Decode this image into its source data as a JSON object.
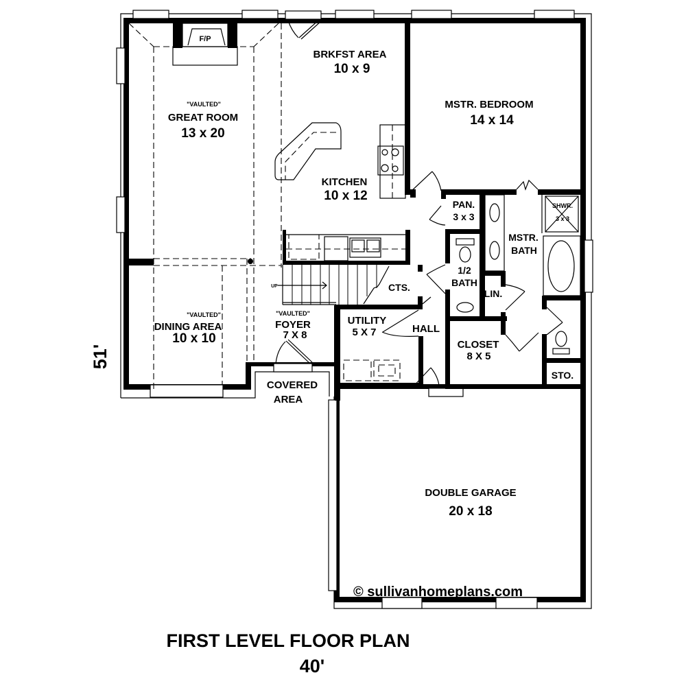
{
  "plan": {
    "title": "FIRST LEVEL FLOOR PLAN",
    "width_label": "40'",
    "depth_label": "51'",
    "copyright": "© sullivanhomeplans.com"
  },
  "rooms": {
    "great_room": {
      "note": "\"VAULTED\"",
      "name": "GREAT ROOM",
      "size": "13 x 20"
    },
    "fireplace": {
      "name": "F/P"
    },
    "breakfast": {
      "name": "BRKFST AREA",
      "size": "10 x 9"
    },
    "kitchen": {
      "name": "KITCHEN",
      "size": "10 x 12"
    },
    "master_bedroom": {
      "name": "MSTR. BEDROOM",
      "size": "14 x 14"
    },
    "pantry": {
      "name": "PAN.",
      "size": "3 x 3"
    },
    "master_bath": {
      "name_line1": "MSTR.",
      "name_line2": "BATH"
    },
    "shower": {
      "name": "SHWR.",
      "size": "3 x 3"
    },
    "half_bath": {
      "name_line1": "1/2",
      "name_line2": "BATH"
    },
    "linen": {
      "name": "LIN."
    },
    "coats": {
      "name": "CTS."
    },
    "dining": {
      "note": "\"VAULTED\"",
      "name": "DINING AREA",
      "size": "10 x 10"
    },
    "foyer": {
      "note": "\"VAULTED\"",
      "name": "FOYER",
      "size": "7 X 8"
    },
    "utility": {
      "name": "UTILITY",
      "size": "5 X 7"
    },
    "hall": {
      "name": "HALL"
    },
    "closet": {
      "name": "CLOSET",
      "size": "8 X 5"
    },
    "storage": {
      "name": "STO."
    },
    "covered_area": {
      "name_line1": "COVERED",
      "name_line2": "AREA"
    },
    "garage": {
      "name": "DOUBLE GARAGE",
      "size": "20 x 18"
    }
  },
  "stairs": {
    "direction_label": "UP"
  },
  "colors": {
    "ink": "#000000",
    "paper": "#ffffff"
  }
}
